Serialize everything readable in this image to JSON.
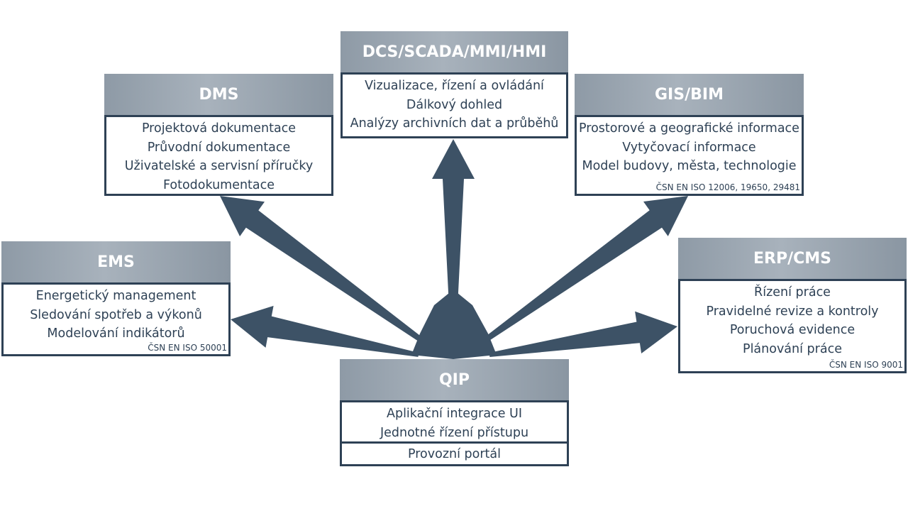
{
  "colors": {
    "arrow": "#3d5266",
    "border": "#2e4155",
    "header": "#9aa5b0"
  },
  "nodes": {
    "dms": {
      "title": "DMS",
      "lines": [
        "Projektová dokumentace",
        "Průvodní dokumentace",
        "Uživatelské a servisní příručky",
        "Fotodokumentace"
      ]
    },
    "dcs": {
      "title": "DCS/SCADA/MMI/HMI",
      "lines": [
        "Vizualizace, řízení a ovládání",
        "Dálkový dohled",
        "Analýzy archivních dat a průběhů"
      ]
    },
    "gis": {
      "title": "GIS/BIM",
      "lines": [
        "Prostorové a geografické informace",
        "Vytyčovací informace",
        "Model budovy, města, technologie"
      ],
      "standard": "ČSN EN ISO 12006, 19650, 29481"
    },
    "ems": {
      "title": "EMS",
      "lines": [
        "Energetický management",
        "Sledování spotřeb a výkonů",
        "Modelování indikátorů"
      ],
      "standard": "ČSN EN ISO 50001"
    },
    "erp": {
      "title": "ERP/CMS",
      "lines": [
        "Řízení práce",
        "Pravidelné revize a kontroly",
        "Poruchová evidence",
        "Plánování práce"
      ],
      "standard": "ČSN EN ISO 9001"
    },
    "qip": {
      "title": "QIP",
      "lines": [
        "Aplikační integrace UI",
        "Jednotné řízení přístupu"
      ],
      "portal": "Provozní portál"
    }
  }
}
